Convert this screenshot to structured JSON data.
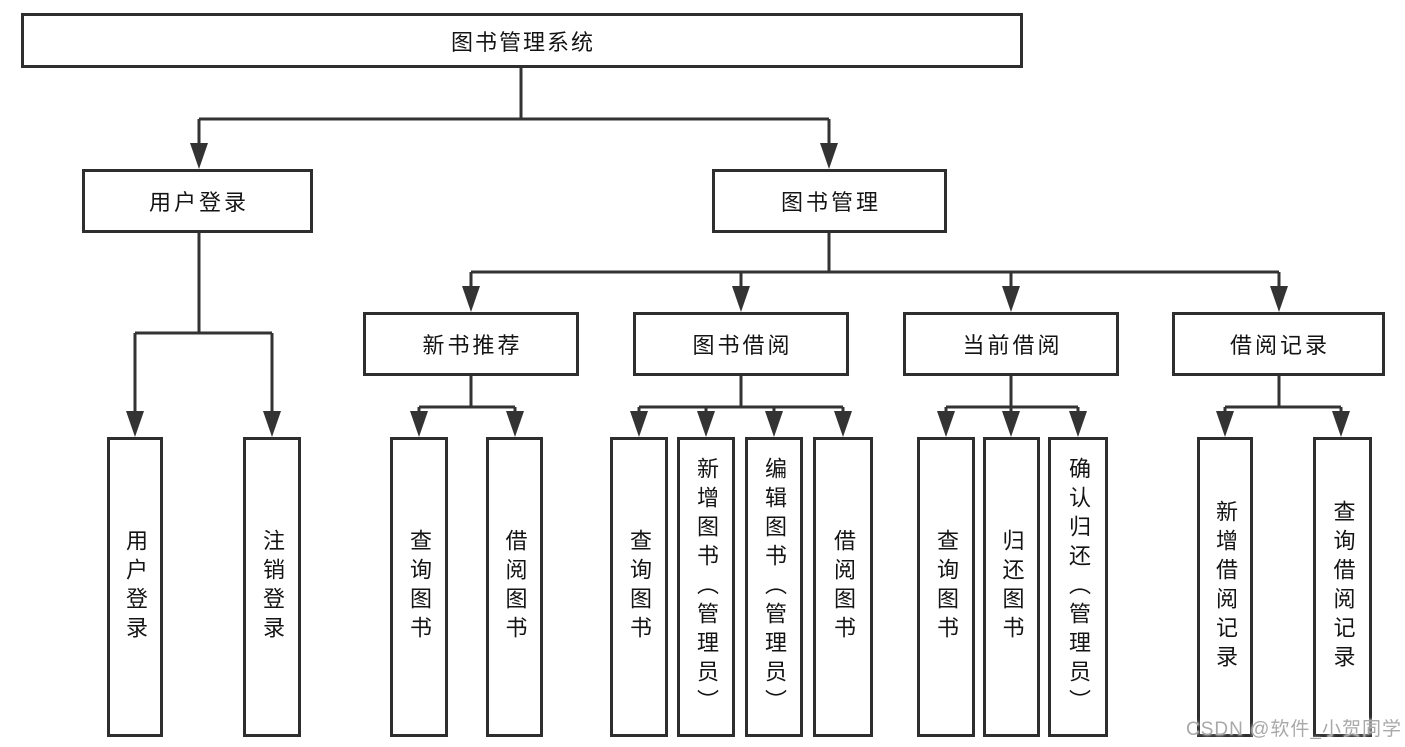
{
  "tree": {
    "label": "图书管理系统",
    "children": [
      {
        "label": "用户登录",
        "children": [
          {
            "label": "用户登录"
          },
          {
            "label": "注销登录"
          }
        ]
      },
      {
        "label": "图书管理",
        "children": [
          {
            "label": "新书推荐",
            "children": [
              {
                "label": "查询图书"
              },
              {
                "label": "借阅图书"
              }
            ]
          },
          {
            "label": "图书借阅",
            "children": [
              {
                "label": "查询图书"
              },
              {
                "label": "新增图书（管理员）"
              },
              {
                "label": "编辑图书（管理员）"
              },
              {
                "label": "借阅图书"
              }
            ]
          },
          {
            "label": "当前借阅",
            "children": [
              {
                "label": "查询图书"
              },
              {
                "label": "归还图书"
              },
              {
                "label": "确认归还（管理员）"
              }
            ]
          },
          {
            "label": "借阅记录",
            "children": [
              {
                "label": "新增借阅记录"
              },
              {
                "label": "查询借阅记录"
              }
            ]
          }
        ]
      }
    ]
  },
  "watermark": {
    "text": "CSDN @软件_小贺同学",
    "color": "#a9a9a9"
  },
  "colors": {
    "line": "#333333",
    "box_border": "#2e2e2e",
    "box_background": "#ffffff",
    "text": "#141414",
    "page_background": "#ffffff"
  }
}
